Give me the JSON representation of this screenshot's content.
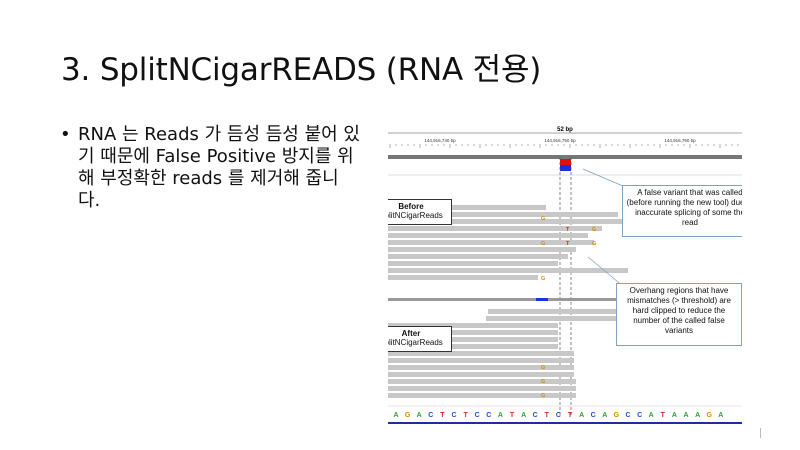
{
  "slide": {
    "title": "3. SplitNCigarREADS (RNA 전용)",
    "bullet_symbol": "•",
    "bullet_text": "RNA 는 Reads 가 듬성 듬성 붙어 있기 때문에 False Positive 방지를 위해 부정확한 reads 를 제거해 줍니다."
  },
  "figure": {
    "bp_label": "52 bp",
    "positions": [
      "144,916,740 bp",
      "144,916,750 bp",
      "144,916,760 bp"
    ],
    "before_label": [
      "Before",
      "SplitNCigarReads"
    ],
    "after_label": [
      "After",
      "SplitNCigarReads"
    ],
    "callout_top": "A false variant that was called (before running the new tool) due to inaccurate splicing of some the read",
    "callout_bottom": "Overhang regions that have mismatches (> threshold) are hard clipped to reduce the number of the called false variants",
    "sequence": [
      "A",
      "G",
      "A",
      "C",
      "T",
      "C",
      "T",
      "C",
      "C",
      "A",
      "T",
      "A",
      "C",
      "T",
      "C",
      "T",
      "A",
      "C",
      "A",
      "G",
      "C",
      "C",
      "A",
      "T",
      "A",
      "A",
      "A",
      "G",
      "A"
    ],
    "mismatch_letters": [
      "G",
      "T",
      "G"
    ],
    "colors": {
      "A": "#2ca02c",
      "C": "#1f4fd1",
      "G": "#d08a00",
      "T": "#d62728",
      "read": "#c8c8c8",
      "variant_red": "#e01010",
      "variant_blue": "#1e2ee0"
    }
  }
}
